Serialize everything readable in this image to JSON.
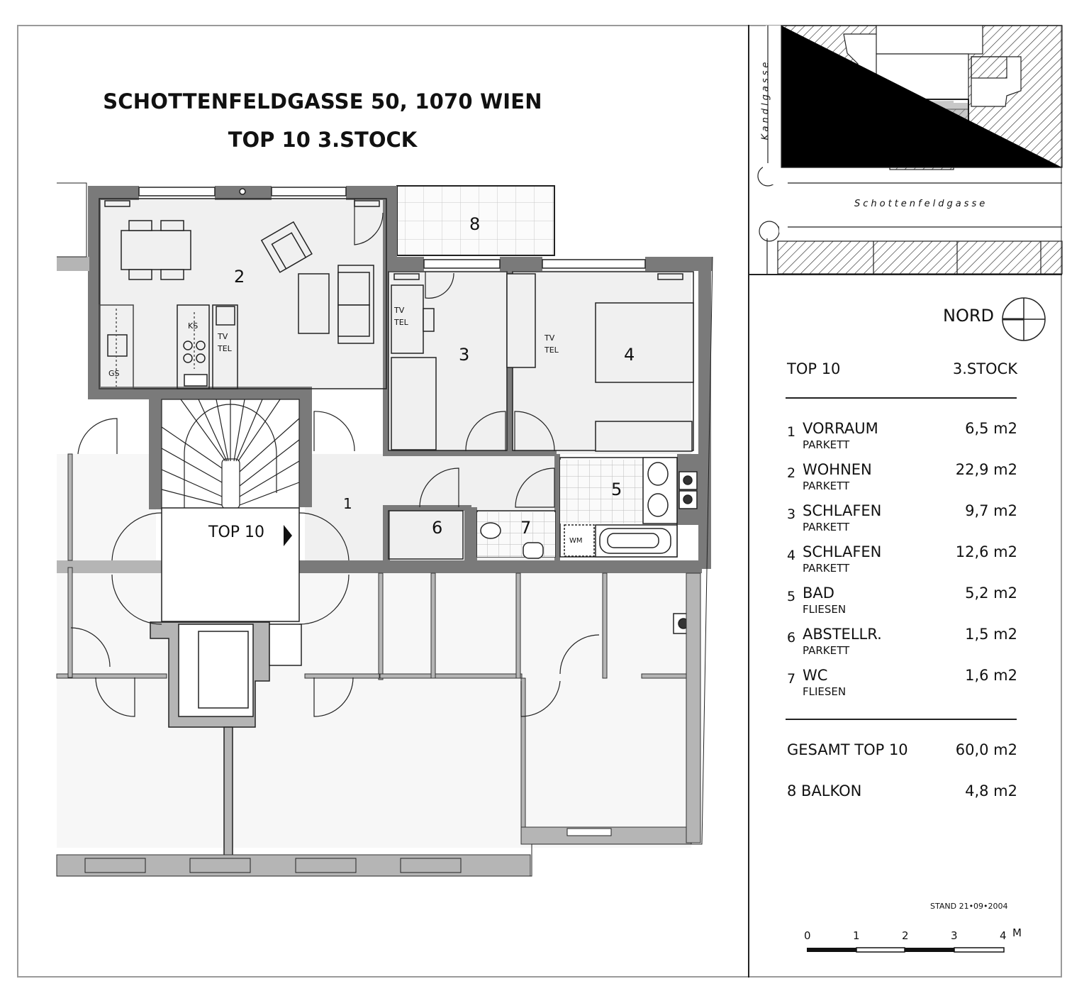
{
  "title": {
    "line1": "SCHOTTENFELDGASSE 50, 1070 WIEN",
    "line2": "TOP 10  3.STOCK"
  },
  "site_plan": {
    "street_vertical": "Kandlgasse",
    "street_horizontal": "Schottenfeldgasse"
  },
  "north": {
    "label": "NORD",
    "icon": "north-arrow-icon"
  },
  "legend": {
    "unit": "TOP 10",
    "floor": "3.STOCK",
    "rooms": [
      {
        "num": "1",
        "name": "VORRAUM",
        "floor": "PARKETT",
        "area": "6,5 m2"
      },
      {
        "num": "2",
        "name": "WOHNEN",
        "floor": "PARKETT",
        "area": "22,9 m2"
      },
      {
        "num": "3",
        "name": "SCHLAFEN",
        "floor": "PARKETT",
        "area": "9,7 m2"
      },
      {
        "num": "4",
        "name": "SCHLAFEN",
        "floor": "PARKETT",
        "area": "12,6 m2"
      },
      {
        "num": "5",
        "name": "BAD",
        "floor": "FLIESEN",
        "area": "5,2 m2"
      },
      {
        "num": "6",
        "name": "ABSTELLR.",
        "floor": "PARKETT",
        "area": "1,5 m2"
      },
      {
        "num": "7",
        "name": "WC",
        "floor": "FLIESEN",
        "area": "1,6 m2"
      }
    ],
    "total_label": "GESAMT TOP 10",
    "total_area": "60,0 m2",
    "balcony_label": "8 BALKON",
    "balcony_area": "4,8 m2"
  },
  "stand": "STAND 21•09•2004",
  "scale": {
    "ticks": [
      "0",
      "1",
      "2",
      "3",
      "4"
    ],
    "unit": "M"
  },
  "plan_labels": {
    "room1": "1",
    "room2": "2",
    "room3": "3",
    "room4": "4",
    "room5": "5",
    "room6": "6",
    "room7": "7",
    "room8": "8",
    "entrance": "TOP 10",
    "ks": "KS",
    "gs": "GS",
    "tv": "TV",
    "tel": "TEL",
    "wm": "WM"
  },
  "colors": {
    "wall_dark": "#7a7a7a",
    "wall_light": "#b5b5b5",
    "floor_fill": "#f2f2f2",
    "line": "#222222"
  }
}
